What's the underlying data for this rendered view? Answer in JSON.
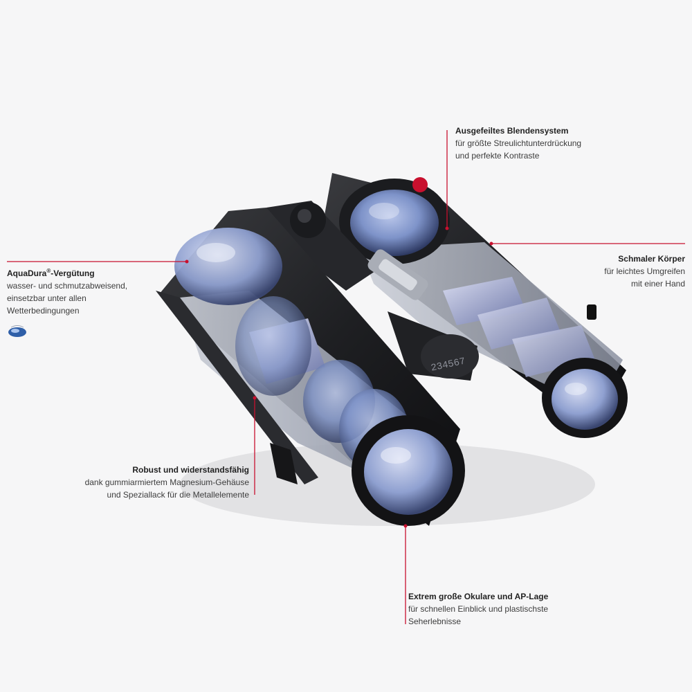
{
  "callouts": {
    "aquadura": {
      "title_main": "AquaDura",
      "title_sup": "®",
      "title_rest": "-Vergütung",
      "lines": [
        "wasser- und schmutzabweisend,",
        "einsetzbar unter allen",
        "Wetterbedingungen"
      ]
    },
    "blenden": {
      "title": "Ausgefeiltes Blendensystem",
      "lines": [
        "für größte Streulichtunterdrückung",
        "und perfekte Kontraste"
      ]
    },
    "koerper": {
      "title": "Schmaler Körper",
      "lines": [
        "für leichtes Umgreifen",
        "mit einer Hand"
      ]
    },
    "robust": {
      "title": "Robust und widerstandsfähig",
      "lines": [
        "dank gummiarmiertem Magnesium-Gehäuse",
        "und Speziallack für die Metallelemente"
      ]
    },
    "okulare": {
      "title": "Extrem große Okulare und AP-Lage",
      "lines": [
        "für schnellen Einblick und plastischste",
        "Seherlebnisse"
      ]
    }
  },
  "product": {
    "serial_number": "234567"
  },
  "colors": {
    "accent_red": "#c8102e",
    "body_black": "#1e1f22",
    "lens_blue": "#7e93c9",
    "background": "#f6f6f7"
  },
  "icons": {
    "aquadura_badge": "water-drop-badge-icon",
    "brand_dot": "red-brand-dot-icon"
  }
}
